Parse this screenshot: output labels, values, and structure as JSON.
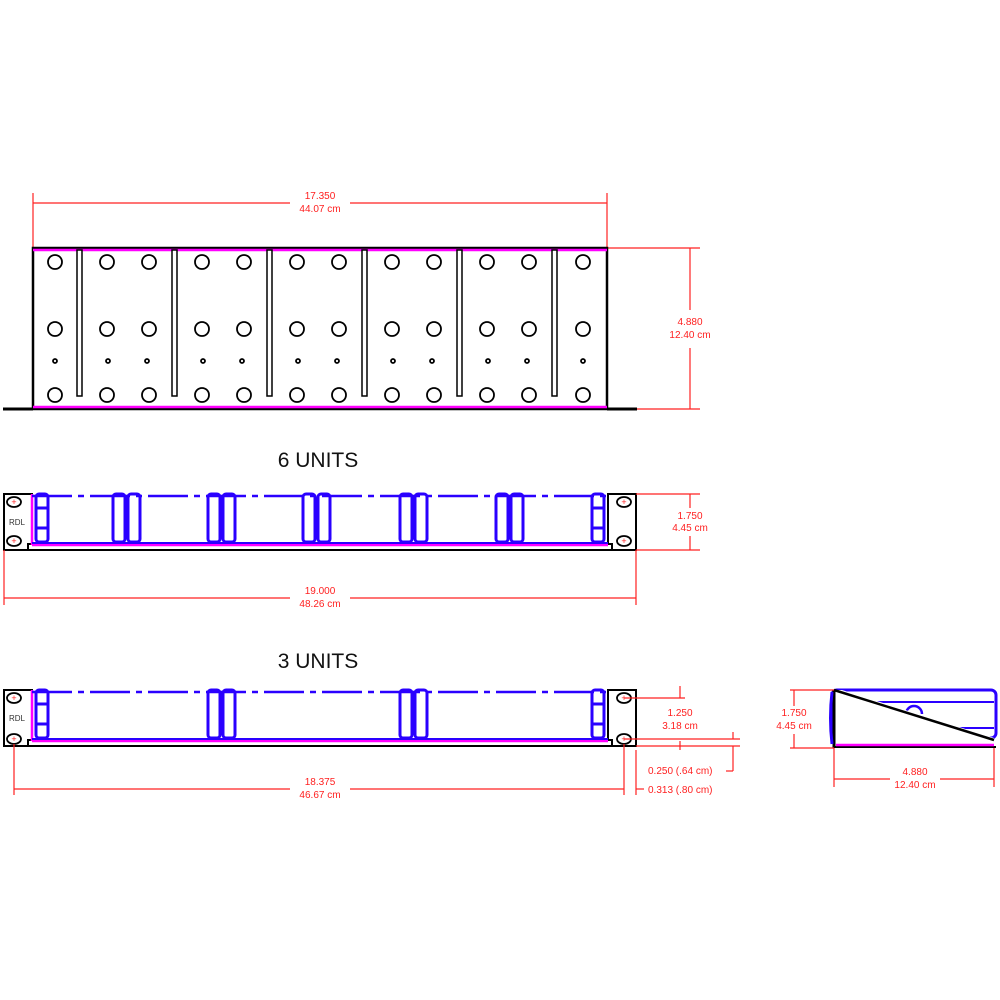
{
  "colors": {
    "dimension": "#ff2020",
    "outline": "#000000",
    "module": "#2a00ff",
    "rail": "#ff00ff"
  },
  "top_view": {
    "width_dim": {
      "inches": "17.350",
      "cm": "44.07 cm"
    },
    "depth_dim": {
      "inches": "4.880",
      "cm": "12.40 cm"
    }
  },
  "six_units": {
    "title": "6 UNITS",
    "brand": "RDL",
    "height_dim": {
      "inches": "1.750",
      "cm": "4.45 cm"
    },
    "width_dim": {
      "inches": "19.000",
      "cm": "48.26 cm"
    }
  },
  "three_units": {
    "title": "3 UNITS",
    "brand": "RDL",
    "hole_spacing_dim": {
      "inches": "1.250",
      "cm": "3.18 cm"
    },
    "hole_offset_vertical": "0.250 (.64 cm)",
    "hole_offset_horizontal": "0.313 (.80 cm)",
    "width_dim": {
      "inches": "18.375",
      "cm": "46.67 cm"
    }
  },
  "side_view": {
    "height_dim": {
      "inches": "1.750",
      "cm": "4.45 cm"
    },
    "depth_dim": {
      "inches": "4.880",
      "cm": "12.40 cm"
    }
  }
}
